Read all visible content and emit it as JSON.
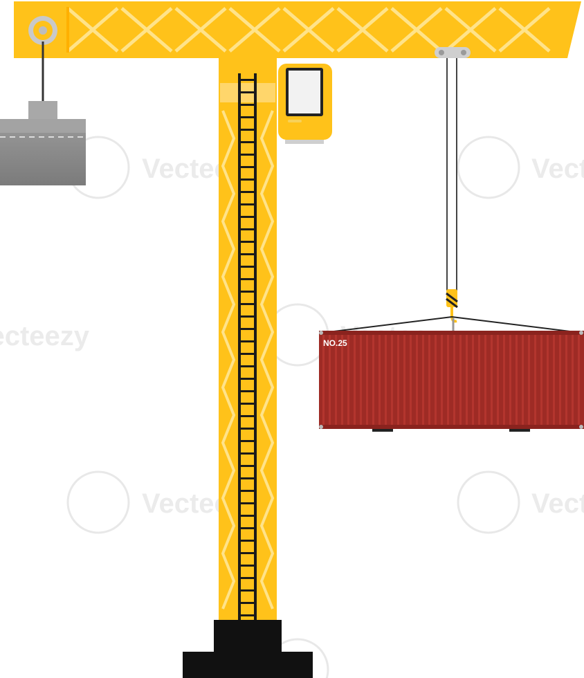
{
  "illustration": {
    "subject": "tower-crane-lifting-container",
    "container": {
      "label": "NO.25",
      "color": "#9e2b25"
    },
    "colors": {
      "crane_yellow": "#ffc21a",
      "crane_yellow_light": "#ffd34d",
      "ladder": "#1a1a1a",
      "base": "#111111",
      "counterweight": "#8c8c8c",
      "cable": "#333333",
      "cabin_window": "#f2f2f2",
      "background": "#ffffff"
    },
    "watermark": {
      "text": "Vecteezy",
      "color": "#e9e9e9"
    }
  }
}
